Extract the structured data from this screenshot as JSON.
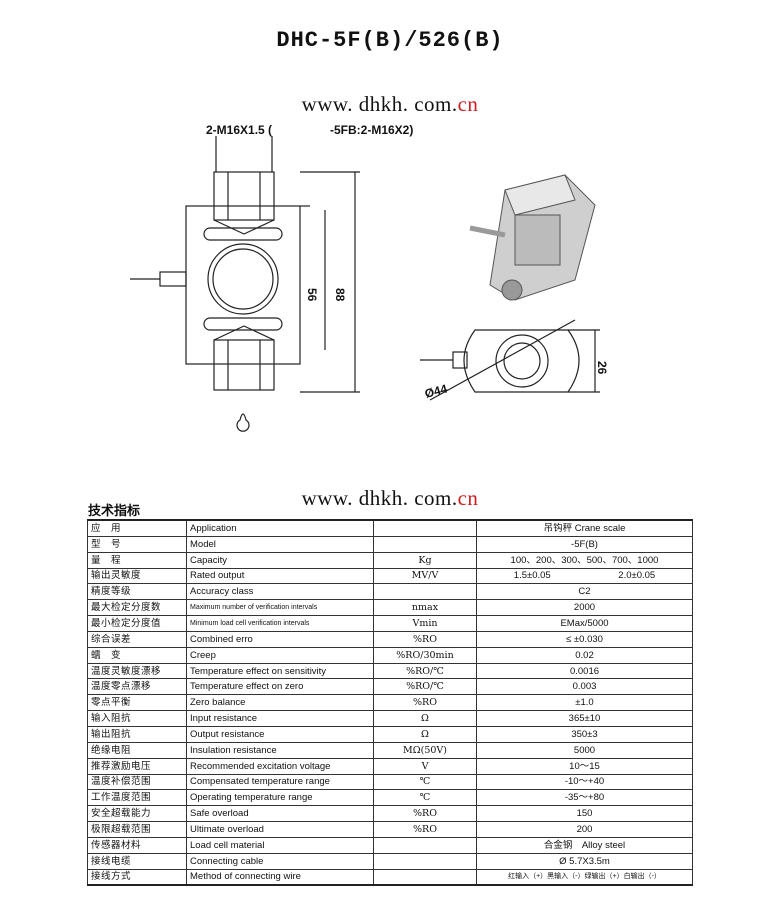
{
  "title": "DHC-5F(B)/526(B)",
  "website": {
    "black": "www. dhkh. com.",
    "red": "cn"
  },
  "drawing": {
    "thread_label": "2-M16X1.5  (",
    "thread_label_alt": "-5FB:2-M16X2)",
    "dim_56": "56",
    "dim_88": "88",
    "dim_26": "26",
    "dim_44": "Ø44"
  },
  "section_title": "技术指标",
  "specs": [
    {
      "cn": "应　用",
      "en": "Application",
      "unit": "",
      "value": "吊钩秤 Crane scale"
    },
    {
      "cn": "型　号",
      "en": "Model",
      "unit": "",
      "value": "-5F(B)"
    },
    {
      "cn": "量　程",
      "en": "Capacity",
      "unit": "Kg",
      "value": "100、200、300、500、700、1000"
    },
    {
      "cn": "输出灵敏度",
      "en": "Rated output",
      "unit": "MV/V",
      "value": "1.5±0.05",
      "value2": "2.0±0.05"
    },
    {
      "cn": "精度等级",
      "en": "Accuracy class",
      "unit": "",
      "value": "C2"
    },
    {
      "cn": "最大检定分度数",
      "en": "Maximum number of verification intervals",
      "unit": "nmax",
      "value": "2000"
    },
    {
      "cn": "最小检定分度值",
      "en": "Minimum load cell verification intervals",
      "unit": "Vmin",
      "value": "EMax/5000"
    },
    {
      "cn": "综合误差",
      "en": "Combined erro",
      "unit": "%RO",
      "value": "≤ ±0.030"
    },
    {
      "cn": "蠕　变",
      "en": "Creep",
      "unit": "%RO/30min",
      "value": "0.02"
    },
    {
      "cn": "温度灵敏度漂移",
      "en": "Temperature effect on sensitivity",
      "unit": "%RO/℃",
      "value": "0.0016"
    },
    {
      "cn": "温度零点漂移",
      "en": "Temperature effect on zero",
      "unit": "%RO/℃",
      "value": "0.003"
    },
    {
      "cn": "零点平衡",
      "en": "Zero balance",
      "unit": "%RO",
      "value": "±1.0"
    },
    {
      "cn": "输入阻抗",
      "en": "Input resistance",
      "unit": "Ω",
      "value": "365±10"
    },
    {
      "cn": "输出阻抗",
      "en": "Output resistance",
      "unit": "Ω",
      "value": "350±3"
    },
    {
      "cn": "绝缘电阻",
      "en": "Insulation resistance",
      "unit": "MΩ(50V)",
      "value": "5000"
    },
    {
      "cn": "推荐激励电压",
      "en": "Recommended excitation voltage",
      "unit": "V",
      "value": "10～15"
    },
    {
      "cn": "温度补偿范围",
      "en": "Compensated temperature range",
      "unit": "℃",
      "value": "-10～+40"
    },
    {
      "cn": "工作温度范围",
      "en": "Operating temperature range",
      "unit": "℃",
      "value": "-35～+80"
    },
    {
      "cn": "安全超载能力",
      "en": "Safe overload",
      "unit": "%RO",
      "value": "150"
    },
    {
      "cn": "极限超载范围",
      "en": "Ultimate overload",
      "unit": "%RO",
      "value": "200"
    },
    {
      "cn": "传感器材料",
      "en": "Load cell material",
      "unit": "",
      "value": "合金钢　Alloy steel"
    },
    {
      "cn": "接线电缆",
      "en": "Connecting cable",
      "unit": "",
      "value": "Ø 5.7X3.5m"
    },
    {
      "cn": "接线方式",
      "en": "Method of connecting wire",
      "unit": "",
      "value": "红输入（+）黑输入（-）绿输出（+）白输出（-）"
    }
  ]
}
